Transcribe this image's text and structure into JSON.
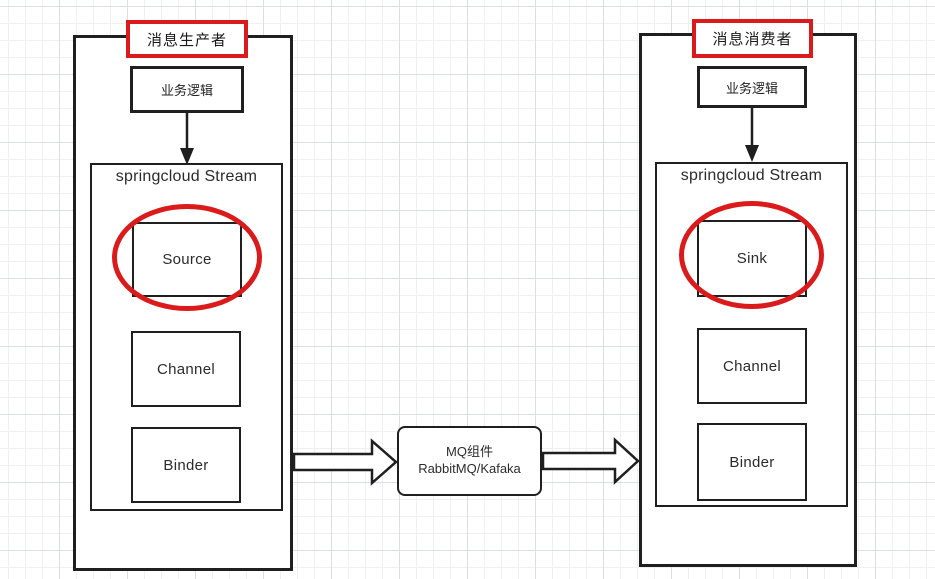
{
  "producer": {
    "title": "消息生产者",
    "business_logic": "业务逻辑",
    "stream_label": "springcloud Stream",
    "source_label": "Source",
    "channel_label": "Channel",
    "binder_label": "Binder"
  },
  "consumer": {
    "title": "消息消费者",
    "business_logic": "业务逻辑",
    "stream_label": "springcloud Stream",
    "sink_label": "Sink",
    "channel_label": "Channel",
    "binder_label": "Binder"
  },
  "mq_component": {
    "line1": "MQ组件",
    "line2": "RabbitMQ/Kafaka"
  },
  "colors": {
    "highlight_red": "#db1b1b",
    "line_black": "#1f1f1f",
    "grid_minor": "#eff0f2",
    "grid_major": "#dcdfe2",
    "background": "#ffffff"
  }
}
